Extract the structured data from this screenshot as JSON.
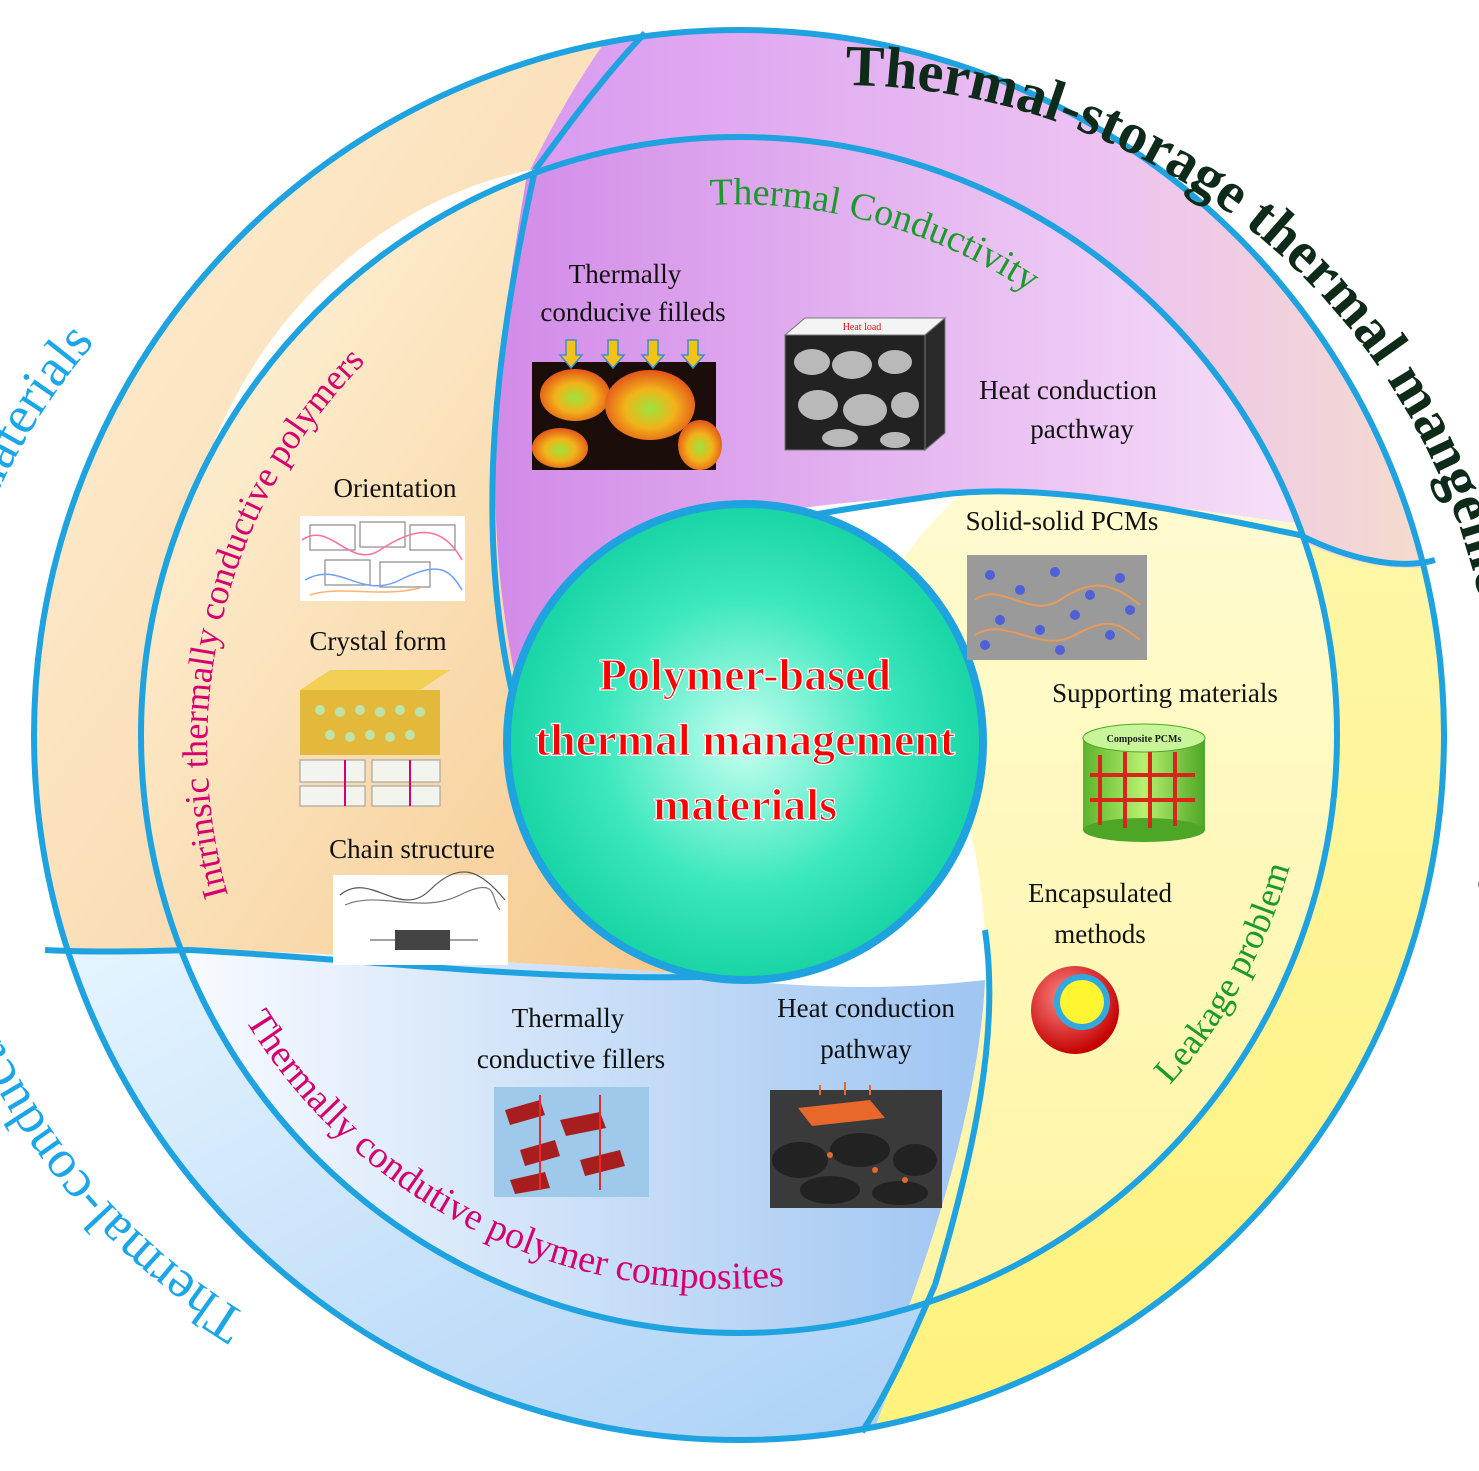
{
  "center": {
    "line1": "Polymer-based",
    "line2": "thermal management",
    "line3": "materials"
  },
  "outer_rings": {
    "left": "Thermal-conduction thermal management materials",
    "right": "Thermal-storage thermal mangement materials"
  },
  "sections": {
    "intrinsic": {
      "title": "Intrinsic thermally conductive polymers",
      "items": [
        "Orientation",
        "Crystal form",
        "Chain structure"
      ]
    },
    "conductivity": {
      "title": "Thermal Conductivity",
      "filler_label": [
        "Thermally",
        "conducive filleds"
      ],
      "pathway_label": [
        "Heat conduction",
        "pacthway"
      ],
      "heat_load": "Heat load"
    },
    "leakage": {
      "title": "Leakage problem",
      "items": [
        "Solid-solid PCMs",
        "Supporting materials"
      ],
      "encapsulated": [
        "Encapsulated",
        "methods"
      ],
      "cylinder_label": "Composite PCMs"
    },
    "composites": {
      "title": "Thermally condutive polymer composites",
      "filler_label": [
        "Thermally",
        "conductive fillers"
      ],
      "pathway_label": [
        "Heat conduction",
        "pathway"
      ]
    }
  },
  "colors": {
    "ring": "#1fa2e0",
    "center_fill": "#10d9a6",
    "center_text": "#ff0000",
    "conductivity_title": "#1a9a2a",
    "leakage_title": "#1a9a2a",
    "intrinsic_title": "#d4006f",
    "composites_title": "#d4006f",
    "left_ring_text": "#1aa6e8",
    "right_ring_text": "#0e2a18"
  }
}
